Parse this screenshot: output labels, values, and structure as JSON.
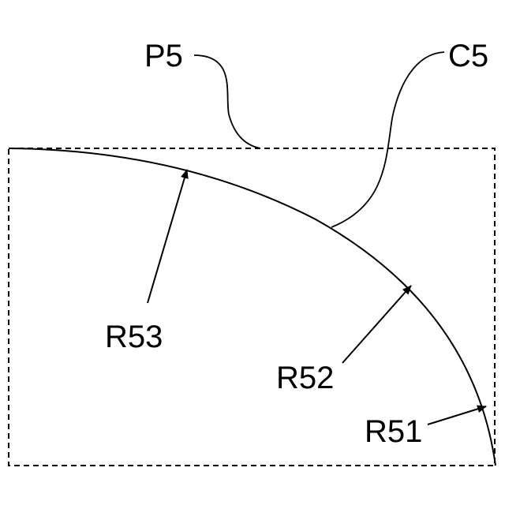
{
  "labels": {
    "panel": "P5",
    "curve": "C5",
    "radius_1": "R51",
    "radius_2": "R52",
    "radius_3": "R53"
  },
  "colors": {
    "line": "#000000",
    "background": "#ffffff"
  }
}
